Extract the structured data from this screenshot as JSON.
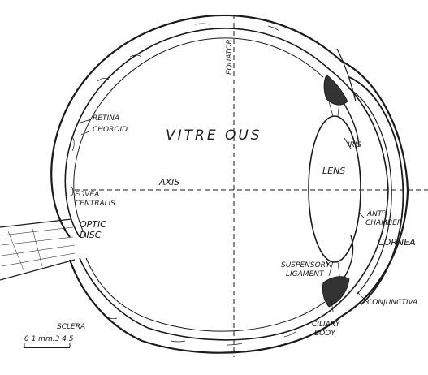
{
  "labels": {
    "equator": "EQUATOR",
    "retina": "RETINA",
    "choroid": "CHOROID",
    "vitreous": "VITRE OUS",
    "iris": "IRIS",
    "lens": "LENS",
    "axis": "AXIS",
    "fovea_line1": "FOVEA",
    "fovea_line2": "CENTRALIS",
    "optic_line1": "OPTIC",
    "optic_line2": "DISC",
    "ant_line1": "ANTᴼ",
    "ant_line2": "CHAMBER",
    "cornea": "CORNEA",
    "suspensory_line1": "SUSPENSORY",
    "suspensory_line2": "LIGAMENT",
    "conjunctiva": "CONJUNCTIVA",
    "ciliary_line1": "CILIARY",
    "ciliary_line2": "BODY",
    "sclera": "SCLERA",
    "scale": "0 1 mm.3 4 5"
  }
}
